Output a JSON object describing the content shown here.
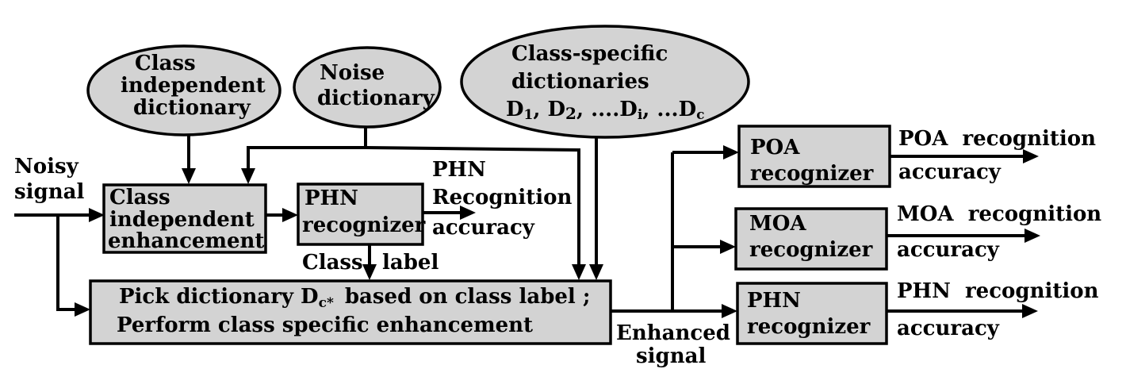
{
  "ellipses": {
    "class_independent_dictionary": [
      "Class",
      "independent",
      "dictionary"
    ],
    "noise_dictionary": [
      "Noise",
      "dictionary"
    ],
    "class_specific_dictionaries": {
      "line1": "Class-specific",
      "line2": "dictionaries",
      "d_sequence": [
        {
          "base": "D",
          "sub": "1",
          "after": ", "
        },
        {
          "base": "D",
          "sub": "2",
          "after": ", ....",
          "sub_size": "full"
        },
        {
          "base": "D",
          "sub": "i",
          "after": ", ..."
        },
        {
          "base": "D",
          "sub": "c",
          "after": ""
        }
      ]
    }
  },
  "boxes": {
    "class_independent_enhancement": [
      "Class",
      "independent",
      "enhancement"
    ],
    "phn_recognizer_first": [
      "PHN",
      "recognizer"
    ],
    "pick_dictionary": {
      "line1_before": "Pick dictionary D",
      "line1_sub": "c*",
      "line1_after": "based on class label ;",
      "line2": "Perform class specific enhancement"
    },
    "poa_recognizer": [
      "POA",
      "recognizer"
    ],
    "moa_recognizer": [
      "MOA",
      "recognizer"
    ],
    "phn_recognizer_second": [
      "PHN",
      "recognizer"
    ]
  },
  "labels": {
    "noisy_signal": [
      "Noisy",
      "signal"
    ],
    "phn_recognition_accuracy_first": [
      "PHN",
      "Recognition",
      "accuracy"
    ],
    "class_label": [
      "Class",
      "label"
    ],
    "enhanced_signal": [
      "Enhanced",
      "signal"
    ],
    "poa_recognition_accuracy": [
      "POA  recognition",
      "accuracy"
    ],
    "moa_recognition_accuracy": [
      "MOA  recognition",
      "accuracy"
    ],
    "phn_recognition_accuracy_second": [
      "PHN  recognition",
      "accuracy"
    ]
  }
}
